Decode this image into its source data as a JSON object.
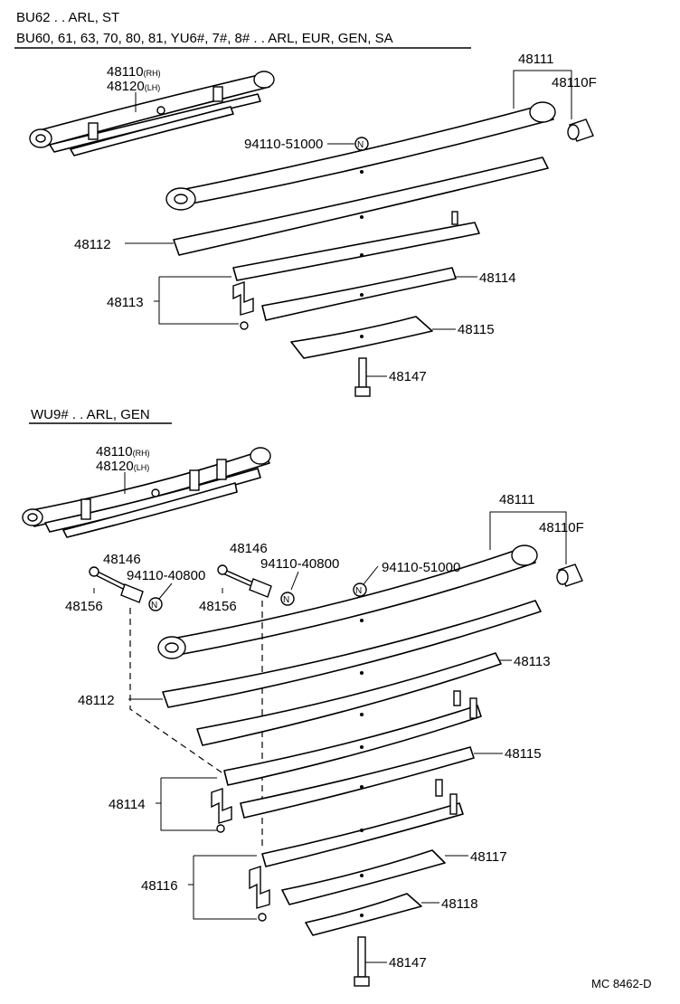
{
  "sections": [
    {
      "heading_line1": "BU62 . . ARL, ST",
      "heading_line2": "BU60, 61, 63, 70, 80, 81, YU6#, 7#, 8# . . ARL, EUR, GEN, SA",
      "labels": {
        "assy_rh": "48110",
        "assy_rh_side": "(RH)",
        "assy_lh": "48120",
        "assy_lh_side": "(LH)",
        "main_leaf": "48111",
        "bushing": "48110F",
        "nut": "94110-51000",
        "nut_symbol": "N",
        "leaf_2": "48112",
        "clip": "48113",
        "leaf_3": "48114",
        "leaf_4": "48115",
        "center_bolt": "48147"
      }
    },
    {
      "heading": "WU9# . . ARL, GEN",
      "labels": {
        "assy_rh": "48110",
        "assy_rh_side": "(RH)",
        "assy_lh": "48120",
        "assy_lh_side": "(LH)",
        "main_leaf": "48111",
        "bushing": "48110F",
        "spacer_a": "48146",
        "spacer_b": "48146",
        "bolt_a": "48156",
        "bolt_b": "48156",
        "nut_a": "94110-40800",
        "nut_b": "94110-40800",
        "nut_c": "94110-51000",
        "nut_symbol": "N",
        "leaf_2": "48112",
        "leaf_3": "48113",
        "clip_1": "48114",
        "leaf_4": "48115",
        "clip_2": "48116",
        "leaf_5": "48117",
        "leaf_6": "48118",
        "center_bolt": "48147"
      }
    }
  ],
  "footer_code": "MC 8462-D"
}
